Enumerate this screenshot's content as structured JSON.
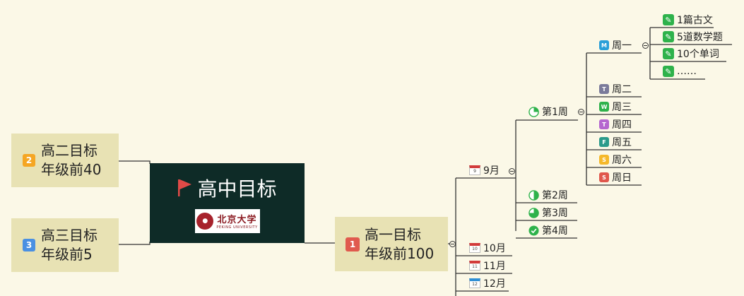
{
  "colors": {
    "line": "#333333",
    "side_fill": "#e8e2b4",
    "central_fill": "#0e2b27",
    "flag": "#e04a47"
  },
  "central": {
    "title": "高中目标",
    "flag_icon": "red-flag-icon",
    "logo_cn": "北京大学",
    "logo_en": "PEKING UNIVERSITY"
  },
  "left_nodes": [
    {
      "badge": "2",
      "badge_color": "#f5a623",
      "line1": "高二目标",
      "line2": "年级前40"
    },
    {
      "badge": "3",
      "badge_color": "#4a90e2",
      "line1": "高三目标",
      "line2": "年级前5"
    }
  ],
  "main_node": {
    "badge": "1",
    "badge_color": "#e05a4e",
    "line1": "高一目标",
    "line2": "年级前100"
  },
  "months": [
    {
      "cal": "9",
      "label": "9月"
    },
    {
      "cal": "10",
      "label": "10月"
    },
    {
      "cal": "11",
      "label": "11月"
    },
    {
      "cal": "12",
      "label": "12月"
    }
  ],
  "weeks": [
    {
      "label": "第1周",
      "progress": 0.25
    },
    {
      "label": "第2周",
      "progress": 0.5
    },
    {
      "label": "第3周",
      "progress": 0.75
    },
    {
      "label": "第4周",
      "progress": 1.0
    }
  ],
  "days": [
    {
      "letter": "M",
      "label": "周一",
      "color": "#2a9fd8"
    },
    {
      "letter": "T",
      "label": "周二",
      "color": "#7a7a9a"
    },
    {
      "letter": "W",
      "label": "周三",
      "color": "#2eb24b"
    },
    {
      "letter": "T",
      "label": "周四",
      "color": "#b565cf"
    },
    {
      "letter": "F",
      "label": "周五",
      "color": "#2a9a8a"
    },
    {
      "letter": "S",
      "label": "周六",
      "color": "#f5b82a"
    },
    {
      "letter": "S",
      "label": "周日",
      "color": "#e0574c"
    }
  ],
  "tasks": [
    "1篇古文",
    "5道数学题",
    "10个单词",
    "……"
  ]
}
